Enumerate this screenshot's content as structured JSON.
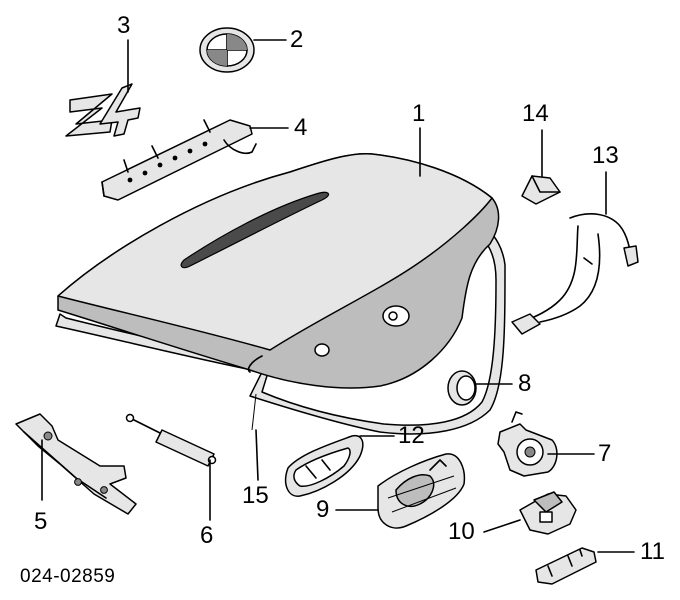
{
  "diagram": {
    "part_code": "024-02859",
    "callouts": [
      "1",
      "2",
      "3",
      "4",
      "5",
      "6",
      "7",
      "8",
      "9",
      "10",
      "11",
      "12",
      "13",
      "14",
      "15"
    ]
  }
}
